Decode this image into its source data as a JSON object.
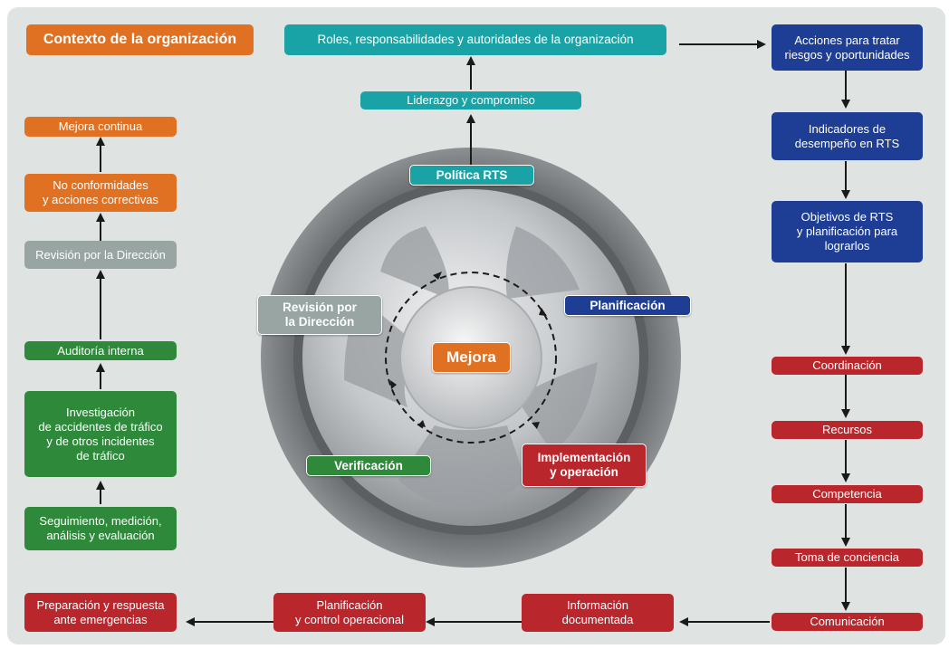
{
  "title": "Contexto de la organización",
  "top": {
    "roles": "Roles, responsabilidades y autoridades de la organización",
    "liderazgo": "Liderazgo y compromiso"
  },
  "right_column": {
    "acciones": "Acciones para tratar\nriesgos y oportunidades",
    "indicadores": "Indicadores de\ndesempeño en RTS",
    "objetivos": "Objetivos de RTS\ny planificación para\nlograrlos",
    "coordinacion": "Coordinación",
    "recursos": "Recursos",
    "competencia": "Competencia",
    "toma_conciencia": "Toma de conciencia",
    "comunicacion": "Comunicación"
  },
  "bottom_row": {
    "informacion": "Información\ndocumentada",
    "planificacion_control": "Planificación\ny control operacional",
    "preparacion": "Preparación y respuesta\nante emergencias"
  },
  "left_column": {
    "mejora_continua": "Mejora continua",
    "no_conformidades": "No conformidades\ny acciones correctivas",
    "revision_direccion": "Revisión por la Dirección",
    "auditoria": "Auditoría interna",
    "investigacion": "Investigación\nde accidentes de tráfico\ny de otros incidentes\nde tráfico",
    "seguimiento": "Seguimiento, medición,\nanálisis y evaluación"
  },
  "wheel": {
    "politica": "Política RTS",
    "planificacion": "Planificación",
    "implementacion": "Implementación\ny operación",
    "verificacion": "Verificación",
    "revision": "Revisión por\nla Dirección",
    "mejora": "Mejora"
  },
  "colors": {
    "orange": "#e07122",
    "teal": "#1aa3a6",
    "navy": "#1d3e94",
    "red": "#b9262c",
    "green": "#2e8a3a",
    "gray": "#98a5a3"
  }
}
